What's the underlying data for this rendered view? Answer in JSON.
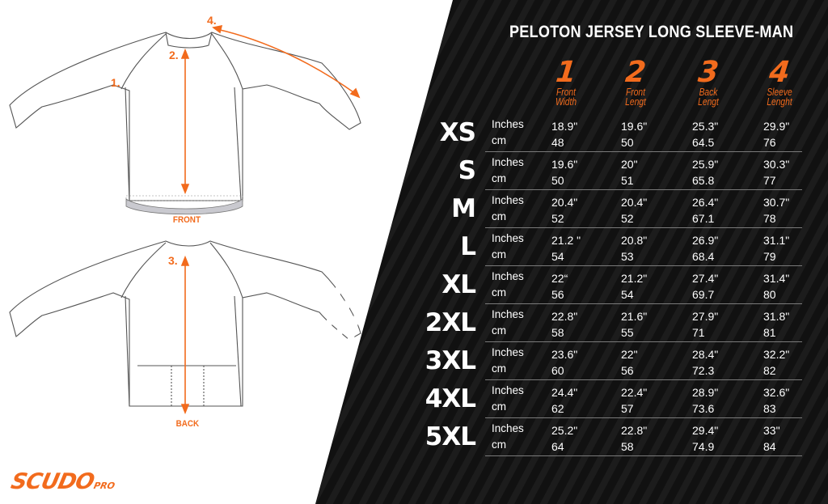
{
  "title": "PELOTON JERSEY LONG SLEEVE-MAN",
  "colors": {
    "accent": "#f26b1d",
    "panel": "#111111",
    "text": "#ffffff"
  },
  "garment": {
    "front_label": "FRONT",
    "back_label": "BACK",
    "markers": {
      "m1": "1.",
      "m2": "2.",
      "m3": "3.",
      "m4": "4."
    }
  },
  "columns": [
    {
      "number": "1",
      "line1": "Front",
      "line2": "Width"
    },
    {
      "number": "2",
      "line1": "Front",
      "line2": "Lengt"
    },
    {
      "number": "3",
      "line1": "Back",
      "line2": "Lengt"
    },
    {
      "number": "4",
      "line1": "Sleeve",
      "line2": "Lenght"
    }
  ],
  "units": {
    "inches": "Inches",
    "cm": "cm"
  },
  "sizes": [
    {
      "size": "XS",
      "inches": [
        "18.9\"",
        "19.6\"",
        "25.3\"",
        "29.9\""
      ],
      "cm": [
        "48",
        "50",
        "64.5",
        "76"
      ]
    },
    {
      "size": "S",
      "inches": [
        "19.6\"",
        "20\"",
        "25.9\"",
        "30.3\""
      ],
      "cm": [
        "50",
        "51",
        "65.8",
        "77"
      ]
    },
    {
      "size": "M",
      "inches": [
        "20.4\"",
        "20.4\"",
        "26.4\"",
        "30.7\""
      ],
      "cm": [
        "52",
        "52",
        "67.1",
        "78"
      ]
    },
    {
      "size": "L",
      "inches": [
        "21.2 \"",
        "20.8\"",
        "26.9\"",
        "31.1\""
      ],
      "cm": [
        "54",
        "53",
        "68.4",
        "79"
      ]
    },
    {
      "size": "XL",
      "inches": [
        "22“",
        "21.2\"",
        "27.4\"",
        "31.4\""
      ],
      "cm": [
        "56",
        "54",
        "69.7",
        "80"
      ]
    },
    {
      "size": "2XL",
      "inches": [
        "22.8\"",
        "21.6\"",
        "27.9\"",
        "31.8\""
      ],
      "cm": [
        "58",
        "55",
        "71",
        "81"
      ]
    },
    {
      "size": "3XL",
      "inches": [
        "23.6\"",
        "22\"",
        "28.4\"",
        "32.2\""
      ],
      "cm": [
        "60",
        "56",
        "72.3",
        "82"
      ]
    },
    {
      "size": "4XL",
      "inches": [
        "24.4\"",
        "22.4\"",
        "28.9\"",
        "32.6\""
      ],
      "cm": [
        "62",
        "57",
        "73.6",
        "83"
      ]
    },
    {
      "size": "5XL",
      "inches": [
        "25.2\"",
        "22.8\"",
        "29.4\"",
        "33\""
      ],
      "cm": [
        "64",
        "58",
        "74.9",
        "84"
      ]
    }
  ],
  "logo": {
    "main": "SCUDO",
    "sub": "PRO"
  }
}
